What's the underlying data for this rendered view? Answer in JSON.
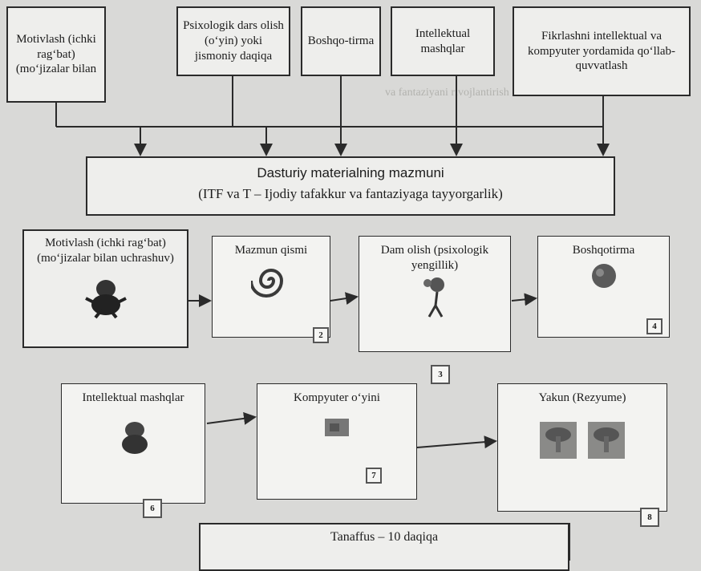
{
  "top_boxes": [
    {
      "text": "Motivlash (ichki rag‘bat) (mo‘jizalar bilan"
    },
    {
      "text": "Psixologik dars olish (o‘yin) yoki jismoniy daqiqa"
    },
    {
      "text": "Boshqo-tirma"
    },
    {
      "text": "Intellektual mashqlar"
    },
    {
      "text": "Fikrlashni intellektual va kompyuter yordamida qo‘llab-quvvatlash"
    }
  ],
  "center": {
    "line1": "Dasturiy materialning mazmuni",
    "line2": "(ITF va T – Ijodiy tafakkur va fantaziyaga tayyorgarlik)"
  },
  "row2": [
    {
      "text": "Motivlash (ichki rag‘bat) (mo‘jizalar bilan uchrashuv)",
      "icon": "goblin-figure-icon"
    },
    {
      "text": "Mazmun qismi",
      "icon": "spiral-icon",
      "num": "2"
    },
    {
      "text": "Dam olish (psixologik yengillik)",
      "icon": "cartoon-character-icon",
      "num": "3"
    },
    {
      "text": "Boshqotirma",
      "icon": "puzzle-ball-icon",
      "num": "4"
    }
  ],
  "row3": [
    {
      "text": "Intellektual mashqlar",
      "icon": "creature-icon",
      "num": "6"
    },
    {
      "text": "Kompyuter o‘yini",
      "icon": "game-thumbnail-icon",
      "num": "7"
    },
    {
      "text": "Yakun (Rezyume)",
      "icon": "mushroom-pictures-icon",
      "num": "8"
    }
  ],
  "bottom": {
    "text": "Tanaffus – 10 daqiqa"
  }
}
